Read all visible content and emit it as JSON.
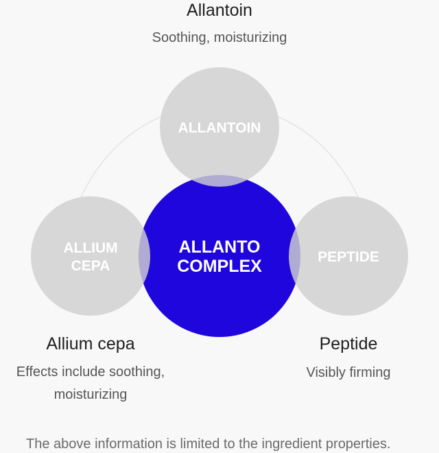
{
  "colors": {
    "background": "#f8f8f8",
    "center_circle": "#1f06dd",
    "side_circle": "#d6d6d6",
    "connector_arc": "#e4e4e4",
    "circle_text": "#ffffff"
  },
  "center": {
    "line1": "ALLANTO",
    "line2": "COMPLEX"
  },
  "top": {
    "circle_label": "ALLANTOIN",
    "title": "Allantoin",
    "description": "Soothing, moisturizing"
  },
  "left": {
    "circle_line1": "ALLIUM",
    "circle_line2": "CEPA",
    "title": "Allium cepa",
    "description_line1": "Effects include soothing,",
    "description_line2": "moisturizing"
  },
  "right": {
    "circle_label": "PEPTIDE",
    "title": "Peptide",
    "description": "Visibly firming"
  },
  "footnote": "The above information is limited to the ingredient properties."
}
